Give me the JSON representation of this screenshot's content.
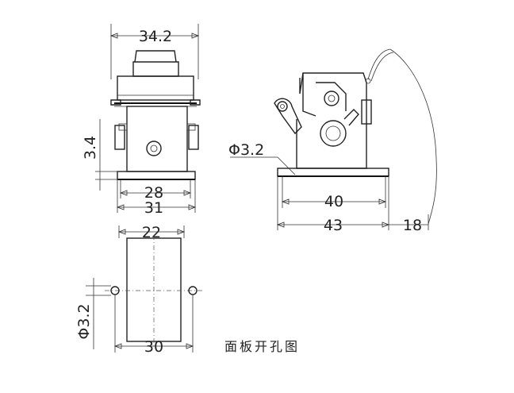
{
  "dimensions": {
    "front_width_top": "34.2",
    "front_base_inner": "28",
    "front_base_outer": "31",
    "front_height_offset": "3.4",
    "side_hole_diameter": "Φ3.2",
    "side_base_inner": "40",
    "side_base_outer": "43",
    "side_wire_offset": "18",
    "cutout_width": "22",
    "cutout_hole_spacing": "30",
    "cutout_hole_diameter": "Φ3.2"
  },
  "caption": "面板开孔图"
}
